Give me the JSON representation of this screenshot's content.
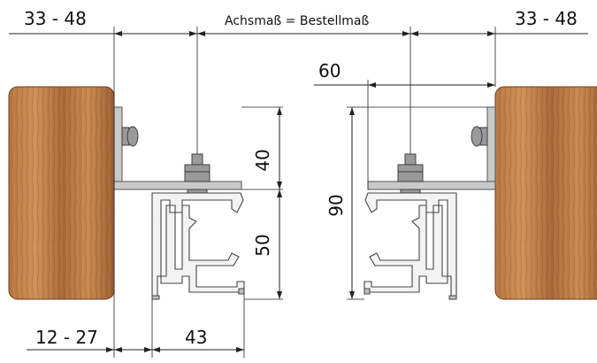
{
  "labels": {
    "axis_center": "Achsmaß = Bestellmaß",
    "left_offset": "33 - 48",
    "right_offset": "33 - 48",
    "gap_60": "60",
    "height_40": "40",
    "height_50": "50",
    "height_90": "90",
    "wall_gap": "12 - 27",
    "width_43": "43"
  },
  "colors": {
    "wood_light": "#c98a4e",
    "wood_mid": "#a9683a",
    "wood_dark": "#7f4a26",
    "aluminium": "#e6e6e6",
    "line": "#222222"
  }
}
